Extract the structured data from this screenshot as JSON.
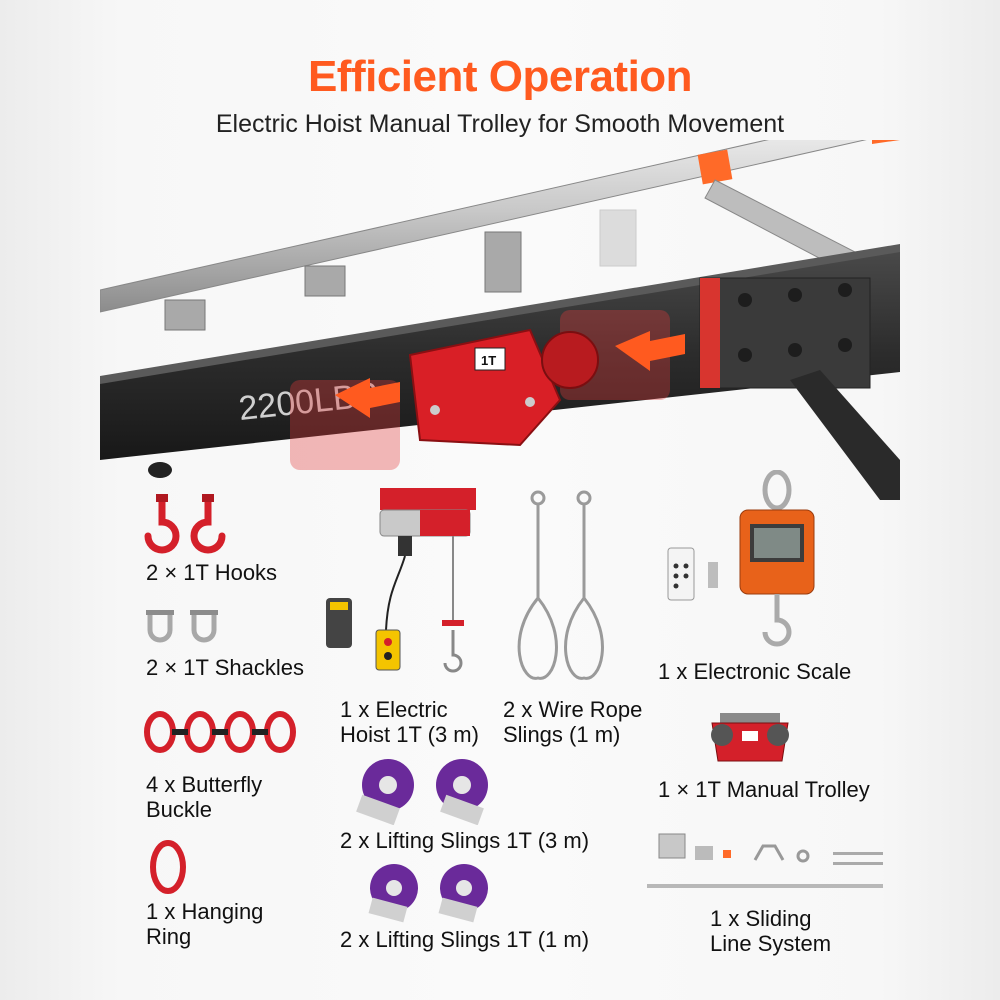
{
  "header": {
    "title": "Efficient Operation",
    "subtitle": "Electric Hoist Manual Trolley for Smooth Movement"
  },
  "hero": {
    "beam_marking": "2200LBS",
    "trolley_plate": "1T"
  },
  "items": {
    "hooks": "2 × 1T Hooks",
    "shackles": "2 × 1T Shackles",
    "butterfly_line1": "4 x Butterfly",
    "butterfly_line2": "Buckle",
    "ring_line1": "1 x Hanging",
    "ring_line2": "Ring",
    "hoist_line1": "1 x Electric",
    "hoist_line2": "Hoist 1T (3 m)",
    "wire_line1": "2 x Wire Rope",
    "wire_line2": "Slings (1 m)",
    "scale": "1 x Electronic Scale",
    "trolley": "1 × 1T Manual Trolley",
    "slings3": "2 x Lifting Slings 1T (3 m)",
    "slings1": "2 x Lifting Slings 1T (1 m)",
    "sliding_line1": "1 x Sliding",
    "sliding_line2": "Line System"
  },
  "colors": {
    "accent": "#ff5a1f",
    "hardware_red": "#d4202a",
    "sling_purple": "#6a2a9a",
    "scale_orange": "#e8621a"
  }
}
